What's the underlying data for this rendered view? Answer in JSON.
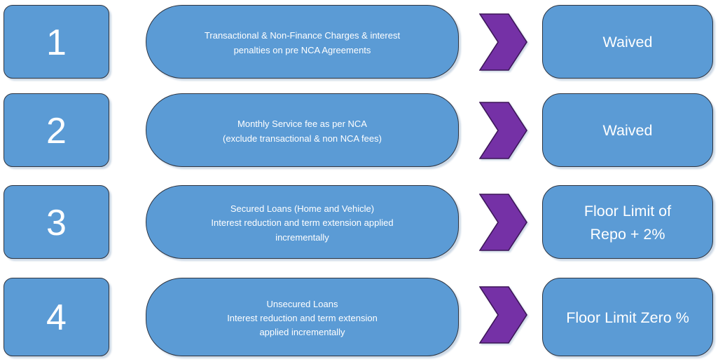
{
  "colors": {
    "box_fill": "#5b9bd5",
    "box_border": "#2e3440",
    "chevron_fill": "#7531a6",
    "chevron_border": "#3c1557",
    "text": "#ffffff",
    "shadow": "rgba(145,170,200,0.45)"
  },
  "rows": [
    {
      "number": "1",
      "description": "Transactional & Non-Finance Charges & interest\npenalties on pre NCA Agreements",
      "result": "Waived"
    },
    {
      "number": "2",
      "description": "Monthly Service fee as per NCA\n(exclude transactional & non NCA fees)",
      "result": "Waived"
    },
    {
      "number": "3",
      "description": "Secured Loans (Home and Vehicle)\nInterest reduction and term extension applied\nincrementally",
      "result": "Floor Limit of\nRepo + 2%"
    },
    {
      "number": "4",
      "description": "Unsecured Loans\nInterest reduction and term extension\napplied incrementally",
      "result": "Floor Limit Zero %"
    }
  ]
}
